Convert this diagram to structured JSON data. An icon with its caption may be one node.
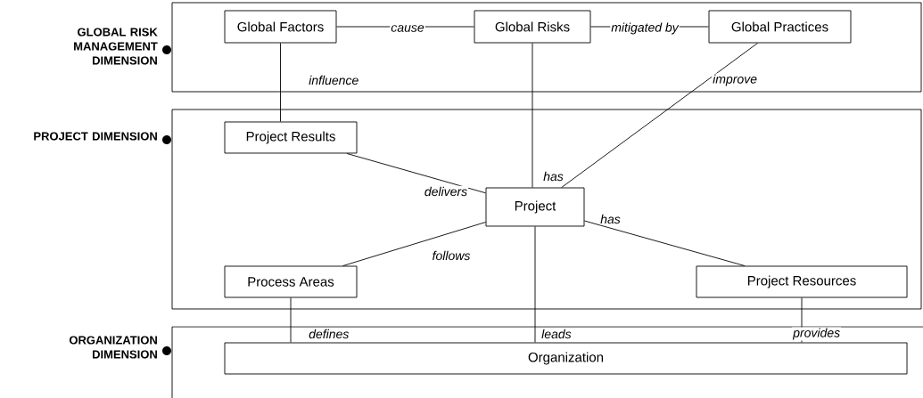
{
  "diagram": {
    "nodes": [
      {
        "text": [
          "GLOBAL RISK MANAGEMENT DIMENSION"
        ]
      },
      {
        "text": [
          "PROJECT DIMENSION"
        ]
      },
      {
        "text": [
          "ORGANIZATION DIMENSION"
        ]
      },
      {
        "text": [
          "Global Factors"
        ],
        "in": 0
      },
      {
        "text": [
          "Global Risks"
        ],
        "in": 0
      },
      {
        "text": [
          "Global Practices"
        ],
        "in": 0
      },
      {
        "text": [
          "Project Results"
        ],
        "in": 1
      },
      {
        "text": [
          "Project"
        ],
        "in": 1
      },
      {
        "text": [
          "Process Areas"
        ],
        "in": 1
      },
      {
        "text": [
          "Project Resources"
        ],
        "in": 1
      },
      {
        "text": [
          "Organization"
        ],
        "in": 2
      }
    ],
    "edges": [
      {
        "from": 3,
        "to": 4,
        "arrow": "none",
        "label": "cause"
      },
      {
        "from": 4,
        "to": 5,
        "arrow": "none",
        "label": "mitigated by"
      },
      {
        "from": 3,
        "to": 6,
        "arrow": "none",
        "label": "influence"
      },
      {
        "from": 5,
        "to": 7,
        "arrow": "none",
        "label": "improve"
      },
      {
        "from": 4,
        "to": 7,
        "arrow": "none",
        "label": "has"
      },
      {
        "from": 7,
        "to": 6,
        "arrow": "none",
        "label": "delivers"
      },
      {
        "from": 7,
        "to": 8,
        "arrow": "none",
        "label": "follows"
      },
      {
        "from": 7,
        "to": 9,
        "arrow": "none",
        "label": "has"
      },
      {
        "from": 8,
        "to": 10,
        "arrow": "none",
        "label": "defines"
      },
      {
        "from": 7,
        "to": 10,
        "arrow": "none",
        "label": "leads"
      },
      {
        "from": 9,
        "to": 10,
        "arrow": "none",
        "label": "provides"
      }
    ]
  }
}
